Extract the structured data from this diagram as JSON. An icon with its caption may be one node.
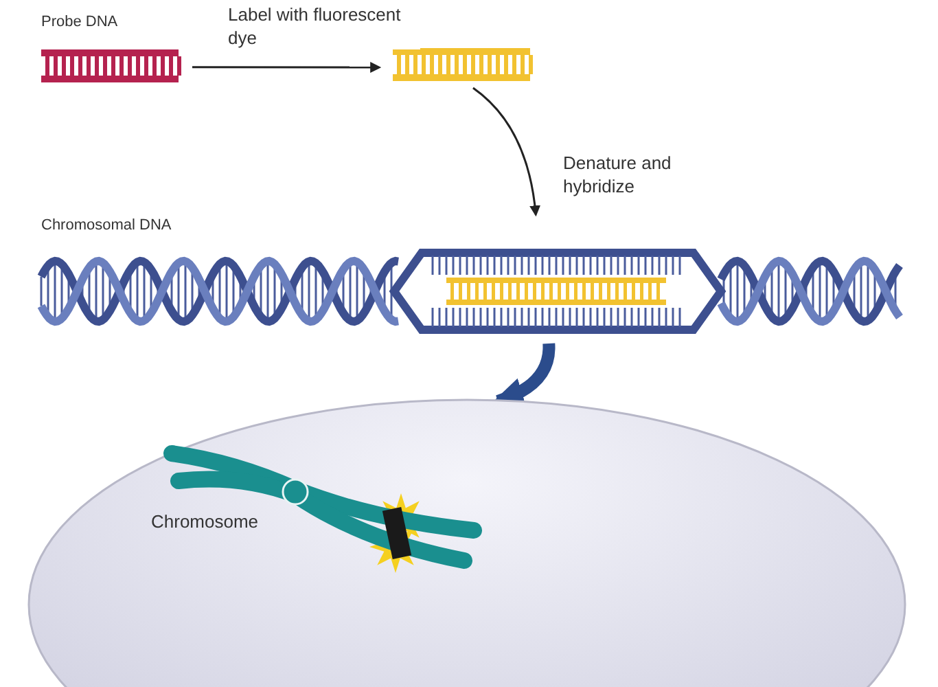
{
  "diagram": {
    "nodes": [
      {
        "text": [
          "Probe DNA"
        ]
      },
      {
        "text": [],
        "shape": "picture"
      },
      {
        "text": [
          "Chromosomal DNA"
        ]
      },
      {
        "text": [
          "Chromosome"
        ]
      }
    ],
    "edges": [
      {
        "from": 0,
        "to": 1,
        "arrow": "to",
        "label": "Label with fluorescent dye"
      },
      {
        "from": 1,
        "to": 2,
        "arrow": "to",
        "label": "Denature and hybridize"
      },
      {
        "from": 2,
        "to": 3,
        "arrow": "to",
        "style": "thick",
        "color": "#2b4c8c"
      }
    ]
  }
}
